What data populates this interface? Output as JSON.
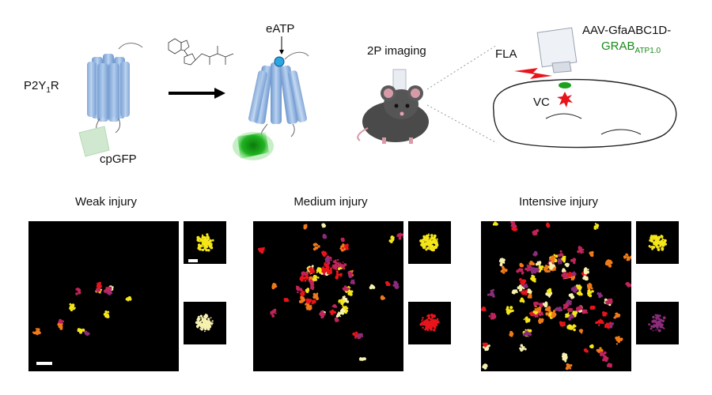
{
  "schematic": {
    "receptor_label": "P2Y",
    "receptor_sub": "1",
    "receptor_suffix": "R",
    "fluor_label": "cpGFP",
    "ligand_label": "eATP",
    "imaging_label": "2P imaging",
    "laser_label": "FLA",
    "region_label": "VC",
    "virus_label": "AAV-GfaABC1D-",
    "sensor_label": "GRAB",
    "sensor_sub": "ATP1.0"
  },
  "panels": [
    {
      "title": "Weak injury"
    },
    {
      "title": "Medium injury"
    },
    {
      "title": "Intensive injury"
    }
  ],
  "colors": {
    "receptor": "#8fb4e0",
    "gfp_dim": "#cfe8cf",
    "gfp_bright": "#1aa31a",
    "sensor_text": "#1a8a1a",
    "laser": "#e8141c",
    "eatp": "#2aa7e0",
    "event_yellow": "#f5e61a",
    "event_cream": "#f7f1b0",
    "event_red": "#e8141c",
    "event_orange": "#f07a18",
    "event_purple": "#8b2d7a",
    "event_magenta": "#c0245a"
  }
}
